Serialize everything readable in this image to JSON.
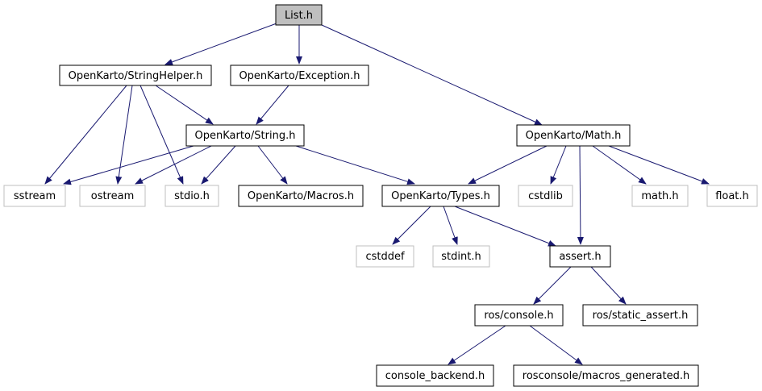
{
  "diagram": {
    "colors": {
      "root_fill": "#bfbfbf",
      "node_fill": "#ffffff",
      "node_border": "#000000",
      "external_border": "#bfbfbf",
      "edge": "#191970"
    },
    "nodes": {
      "list_h": "List.h",
      "stringhelper_h": "OpenKarto/StringHelper.h",
      "exception_h": "OpenKarto/Exception.h",
      "string_h": "OpenKarto/String.h",
      "math_h_ok": "OpenKarto/Math.h",
      "sstream": "sstream",
      "ostream": "ostream",
      "stdio_h": "stdio.h",
      "macros_h": "OpenKarto/Macros.h",
      "types_h": "OpenKarto/Types.h",
      "cstdlib": "cstdlib",
      "math_h": "math.h",
      "float_h": "float.h",
      "cstddef": "cstddef",
      "stdint_h": "stdint.h",
      "assert_h": "assert.h",
      "ros_console_h": "ros/console.h",
      "ros_static_assert_h": "ros/static_assert.h",
      "console_backend_h": "console_backend.h",
      "rosconsole_macros_generated_h": "rosconsole/macros_generated.h"
    }
  }
}
